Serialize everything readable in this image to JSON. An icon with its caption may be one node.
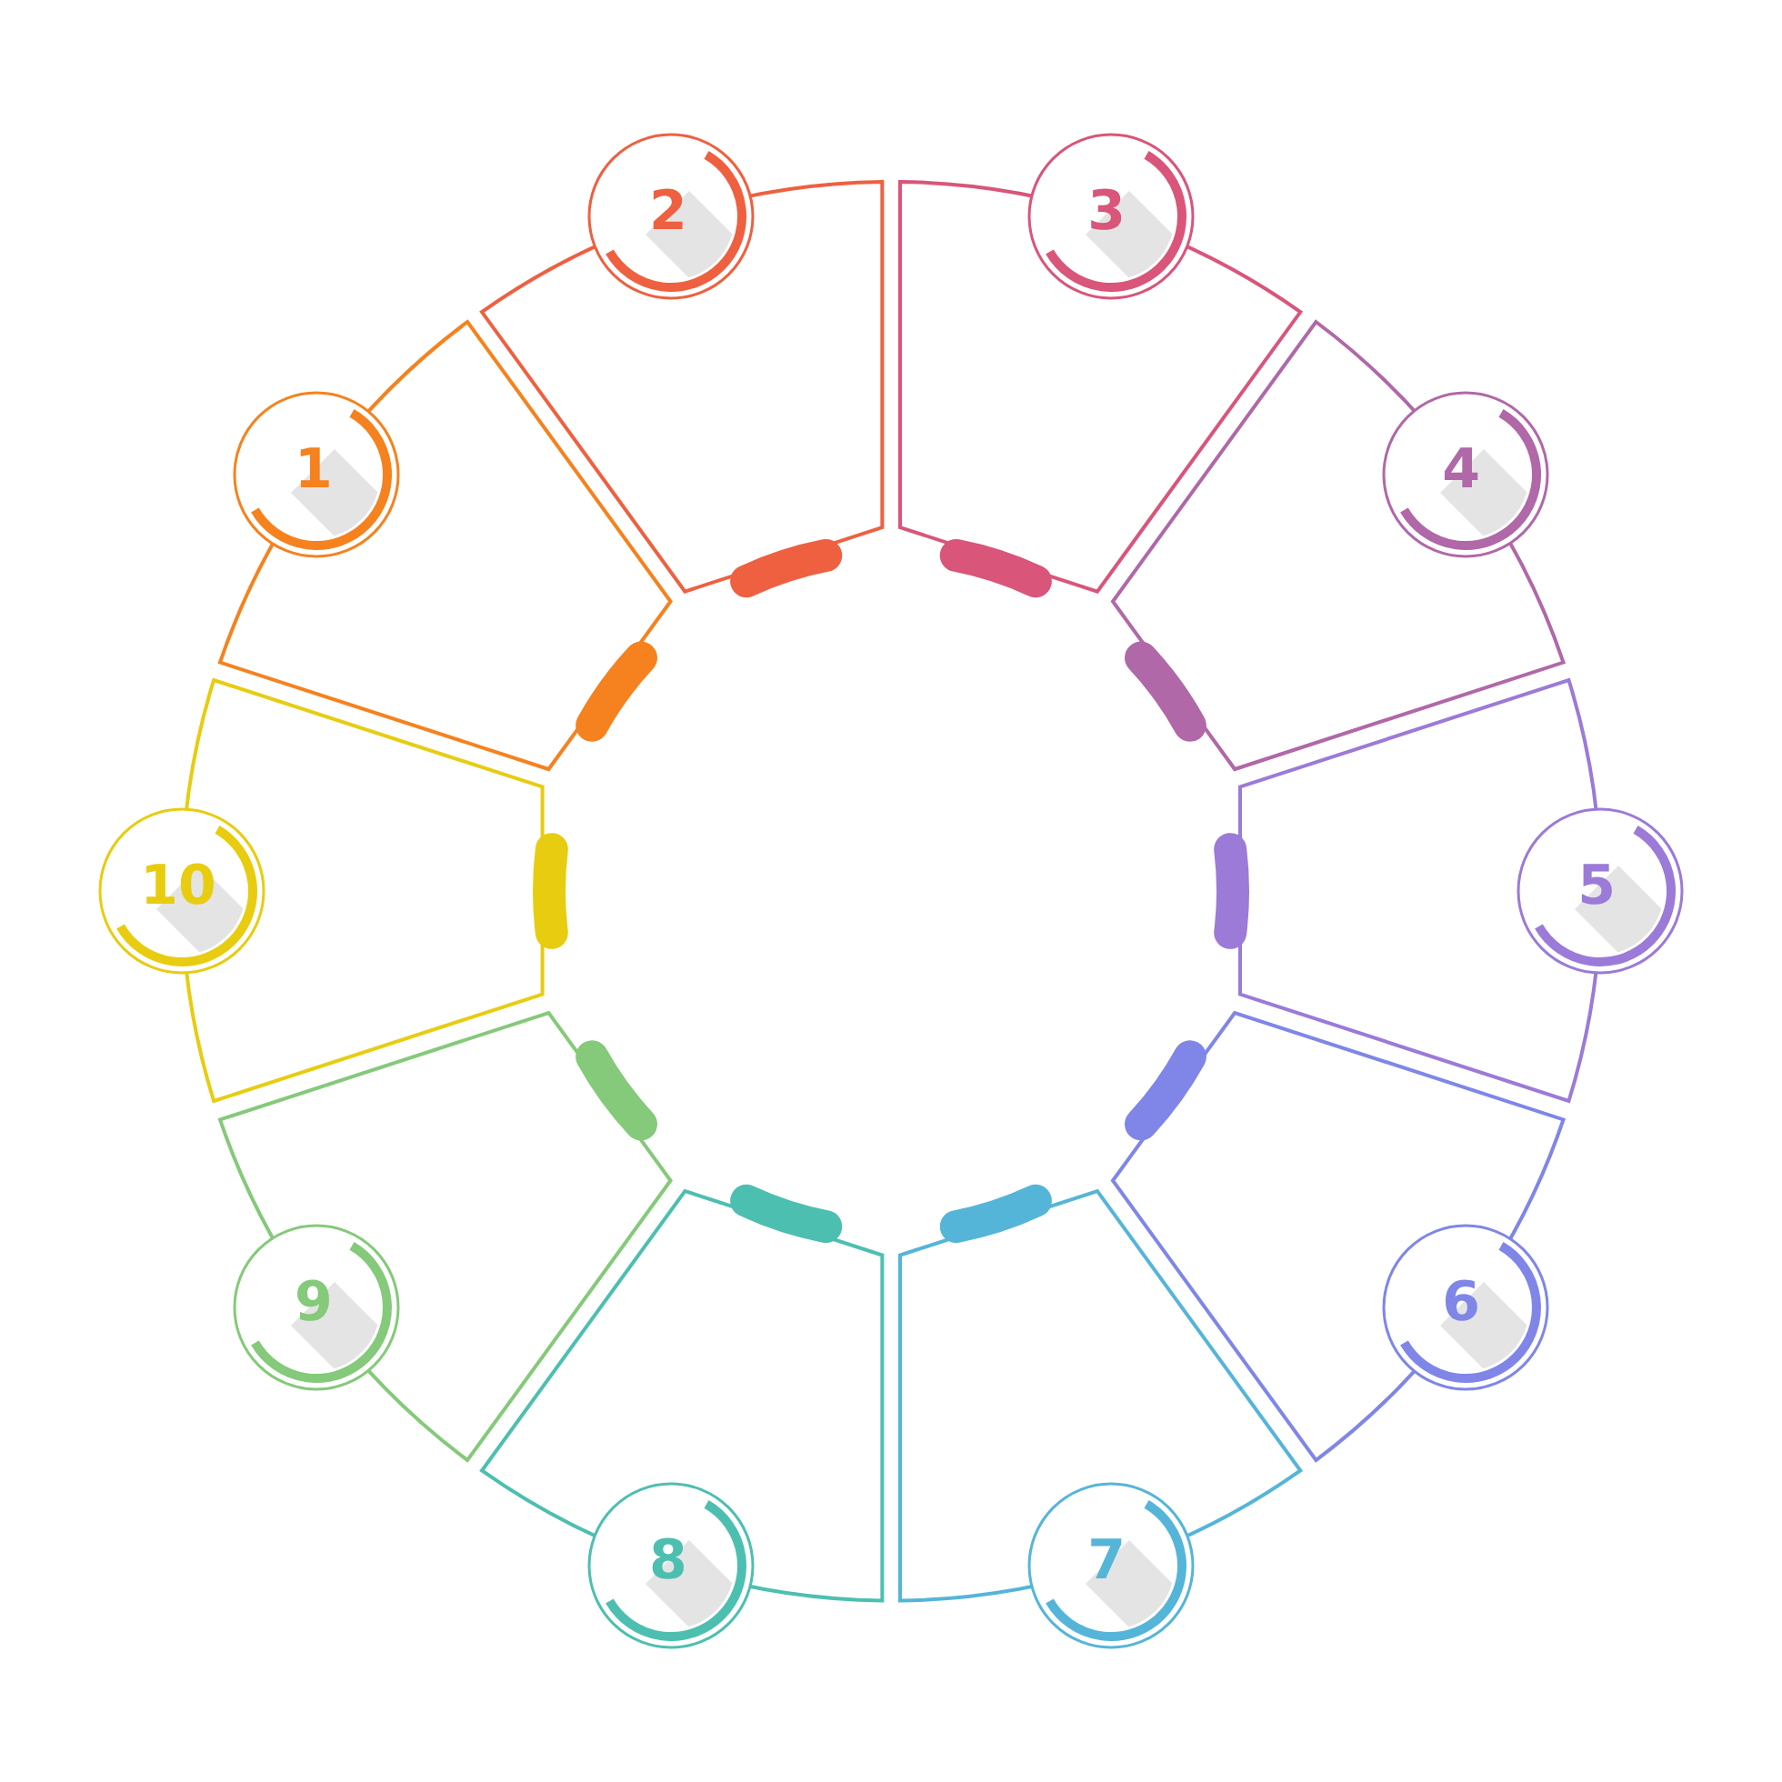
{
  "diagram": {
    "nodes": [
      {
        "text": [
          "1"
        ]
      },
      {
        "text": [
          "2"
        ]
      },
      {
        "text": [
          "3"
        ]
      },
      {
        "text": [
          "4"
        ]
      },
      {
        "text": [
          "5"
        ]
      },
      {
        "text": [
          "6"
        ]
      },
      {
        "text": [
          "7"
        ]
      },
      {
        "text": [
          "8"
        ]
      },
      {
        "text": [
          "9"
        ]
      },
      {
        "text": [
          "10"
        ]
      },
      {
        "text": [],
        "shape": "sector"
      },
      {
        "text": [],
        "shape": "sector"
      },
      {
        "text": [],
        "shape": "sector"
      },
      {
        "text": [],
        "shape": "sector"
      },
      {
        "text": [],
        "shape": "sector"
      },
      {
        "text": [],
        "shape": "sector"
      },
      {
        "text": [],
        "shape": "sector"
      },
      {
        "text": [],
        "shape": "sector"
      },
      {
        "text": [],
        "shape": "sector"
      },
      {
        "text": [],
        "shape": "sector"
      }
    ]
  }
}
